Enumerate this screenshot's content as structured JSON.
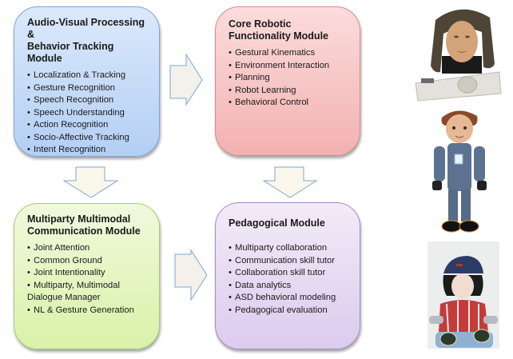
{
  "modules": {
    "audio_visual": {
      "title_line1": "Audio-Visual Processing &",
      "title_line2": "Behavior Tracking Module",
      "items": [
        "Localization & Tracking",
        "Gesture Recognition",
        "Speech Recognition",
        "Speech Understanding",
        "Action Recognition",
        "Socio-Affective Tracking",
        "Intent Recognition"
      ],
      "color": "#c7dcf8"
    },
    "core_robotic": {
      "title_line1": "Core Robotic",
      "title_line2": "Functionality Module",
      "items": [
        "Gestural Kinematics",
        "Environment Interaction",
        "Planning",
        "Robot Learning",
        "Behavioral Control"
      ],
      "color": "#f7c6c6"
    },
    "multiparty": {
      "title_line1": "Multiparty Multimodal",
      "title_line2": "Communication Module",
      "items": [
        "Joint Attention",
        "Common Ground",
        "Joint Intentionality",
        "Multiparty, Multimodal",
        "NL & Gesture Generation"
      ],
      "item4_continuation": "Dialogue Manager",
      "color": "#e5f5c3"
    },
    "pedagogical": {
      "title": "Pedagogical Module",
      "items": [
        "Multiparty collaboration",
        "Communication skill tutor",
        "Collaboration skill tutor",
        "Data analytics",
        "ASD behavioral modeling",
        "Pedagogical evaluation"
      ],
      "color": "#e7dcf3"
    }
  },
  "bullet": "•",
  "arrows": {
    "fill": "#f3f1ea",
    "stroke": "#7fa6d8"
  },
  "robots": [
    {
      "name": "animatronic head robot"
    },
    {
      "name": "humanoid boy robot"
    },
    {
      "name": "child robot with cap"
    }
  ]
}
